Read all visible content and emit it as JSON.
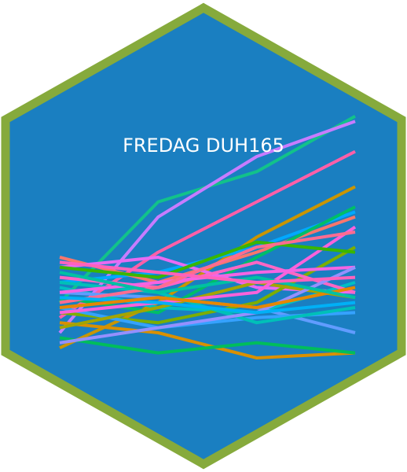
{
  "title": "FREDAG DUH165",
  "colors": {
    "border": "#86aa3c",
    "background": "#1a7fc1",
    "title": "#ffffff"
  },
  "lines": [
    {
      "color": "#12c28a",
      "values": [
        22,
        62,
        74,
        96
      ]
    },
    {
      "color": "#c77cff",
      "values": [
        10,
        56,
        80,
        94
      ]
    },
    {
      "color": "#ff5fa8",
      "values": [
        16,
        42,
        62,
        82
      ]
    },
    {
      "color": "#c99500",
      "values": [
        4,
        22,
        48,
        68
      ]
    },
    {
      "color": "#00a9ff",
      "values": [
        30,
        34,
        44,
        58
      ]
    },
    {
      "color": "#f8766d",
      "values": [
        40,
        30,
        42,
        56
      ]
    },
    {
      "color": "#00be67",
      "values": [
        24,
        18,
        40,
        60
      ]
    },
    {
      "color": "#e76bf3",
      "values": [
        36,
        40,
        28,
        26
      ]
    },
    {
      "color": "#00bfc4",
      "values": [
        28,
        20,
        18,
        30
      ]
    },
    {
      "color": "#7cae00",
      "values": [
        18,
        14,
        22,
        44
      ]
    },
    {
      "color": "#ff66c4",
      "values": [
        32,
        28,
        38,
        26
      ]
    },
    {
      "color": "#619cff",
      "values": [
        26,
        24,
        20,
        10
      ]
    },
    {
      "color": "#d89000",
      "values": [
        14,
        10,
        0,
        2
      ]
    },
    {
      "color": "#00bd5c",
      "values": [
        8,
        2,
        6,
        2
      ]
    },
    {
      "color": "#35a2ff",
      "values": [
        20,
        12,
        16,
        18
      ]
    },
    {
      "color": "#a3a500",
      "values": [
        12,
        20,
        30,
        24
      ]
    },
    {
      "color": "#fa62db",
      "values": [
        18,
        22,
        26,
        52
      ]
    },
    {
      "color": "#00c0b8",
      "values": [
        30,
        26,
        14,
        20
      ]
    },
    {
      "color": "#f564e3",
      "values": [
        26,
        30,
        34,
        36
      ]
    },
    {
      "color": "#39b600",
      "values": [
        36,
        32,
        46,
        42
      ]
    },
    {
      "color": "#ff6c91",
      "values": [
        22,
        28,
        44,
        50
      ]
    },
    {
      "color": "#9590ff",
      "values": [
        6,
        12,
        18,
        36
      ]
    },
    {
      "color": "#00b0f6",
      "values": [
        24,
        22,
        18,
        22
      ]
    },
    {
      "color": "#e58700",
      "values": [
        20,
        24,
        20,
        28
      ]
    },
    {
      "color": "#00c1a3",
      "values": [
        34,
        26,
        32,
        24
      ]
    },
    {
      "color": "#ff62bc",
      "values": [
        38,
        34,
        30,
        32
      ]
    }
  ]
}
